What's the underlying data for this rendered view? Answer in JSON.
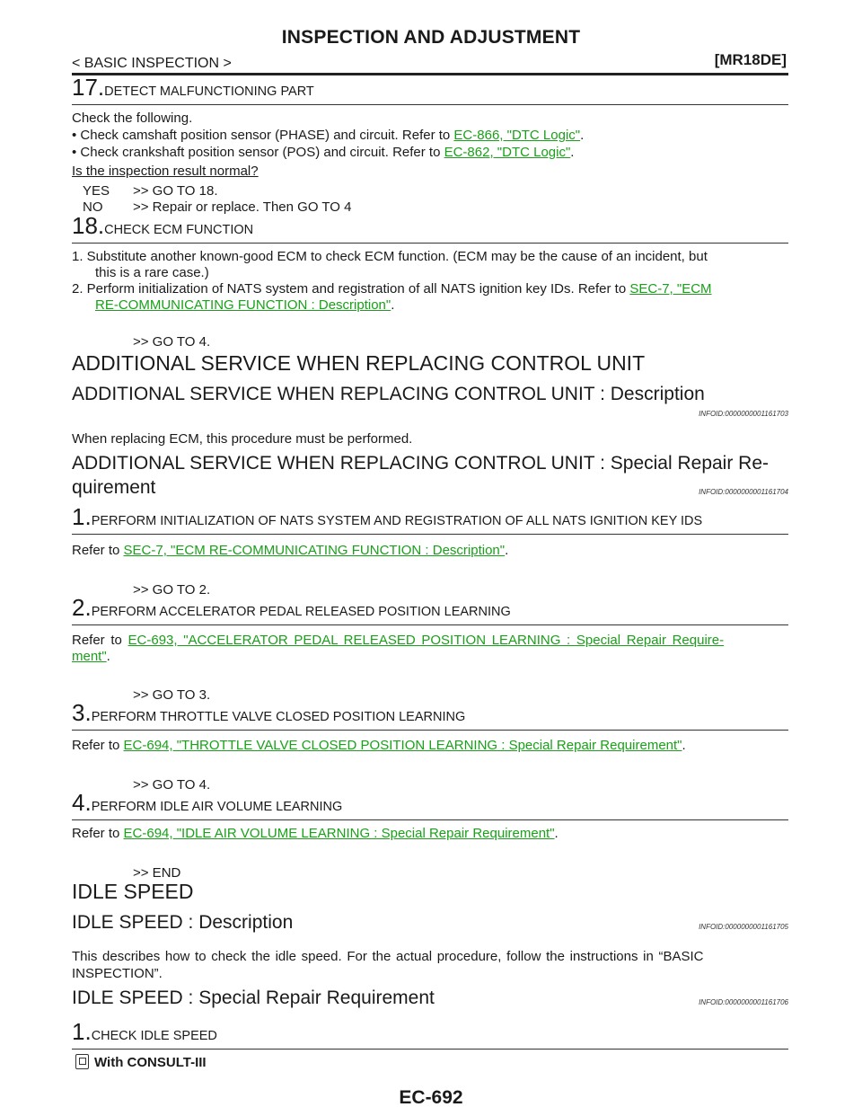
{
  "header": {
    "title": "INSPECTION AND ADJUSTMENT",
    "section": "< BASIC INSPECTION >",
    "engine": "[MR18DE]"
  },
  "step17": {
    "num": "17.",
    "title": "DETECT MALFUNCTIONING PART",
    "intro": "Check the following.",
    "b1_text": "• Check camshaft position sensor (PHASE) and circuit. Refer to ",
    "b1_link": "EC-866, \"DTC Logic\"",
    "b2_text": "• Check crankshaft position sensor (POS) and circuit. Refer to ",
    "b2_link": "EC-862, \"DTC Logic\"",
    "question": "Is the inspection result normal?",
    "yes_label": "YES",
    "yes_text": ">> GO TO 18.",
    "no_label": "NO",
    "no_text": ">> Repair or replace. Then GO TO 4"
  },
  "step18": {
    "num": "18.",
    "title": "CHECK ECM FUNCTION",
    "i1_line1": "1.  Substitute another known-good ECM to check ECM function. (ECM may be the cause of an incident, but",
    "i1_line2": "this is a rare case.)",
    "i2_text": "2.  Perform initialization of NATS system and registration of all NATS ignition key IDs. Refer to ",
    "i2_link1": "SEC-7, \"ECM",
    "i2_link2": "RE-COMMUNICATING FUNCTION : Description\"",
    "goto": ">> GO TO 4."
  },
  "add_service": {
    "heading": "ADDITIONAL SERVICE WHEN REPLACING CONTROL UNIT",
    "desc_heading": "ADDITIONAL SERVICE WHEN REPLACING CONTROL UNIT : Description",
    "desc_infoid": "INFOID:0000000001161703",
    "desc_text": "When replacing ECM, this procedure must be performed.",
    "req_heading1": "ADDITIONAL SERVICE WHEN REPLACING CONTROL UNIT : Special Repair Re-",
    "req_heading2": "quirement",
    "req_infoid": "INFOID:0000000001161704",
    "s1_num": "1.",
    "s1_title": "PERFORM INITIALIZATION OF NATS SYSTEM AND REGISTRATION OF ALL NATS IGNITION KEY IDS",
    "s1_refer": "Refer to ",
    "s1_link": "SEC-7, \"ECM RE-COMMUNICATING FUNCTION : Description\"",
    "s1_goto": ">> GO TO 2.",
    "s2_num": "2.",
    "s2_title": "PERFORM ACCELERATOR PEDAL RELEASED POSITION LEARNING",
    "s2_refer": "Refer to ",
    "s2_link1": "EC-693, \"ACCELERATOR PEDAL RELEASED POSITION LEARNING : Special Repair Require-",
    "s2_link2": "ment\"",
    "s2_goto": ">> GO TO 3.",
    "s3_num": "3.",
    "s3_title": "PERFORM THROTTLE VALVE CLOSED POSITION LEARNING",
    "s3_refer": "Refer to ",
    "s3_link": "EC-694, \"THROTTLE VALVE CLOSED POSITION LEARNING : Special Repair Requirement\"",
    "s3_goto": ">> GO TO 4.",
    "s4_num": "4.",
    "s4_title": "PERFORM IDLE AIR VOLUME LEARNING",
    "s4_refer": "Refer to ",
    "s4_link": "EC-694, \"IDLE AIR VOLUME LEARNING : Special Repair Requirement\"",
    "s4_goto": ">> END"
  },
  "idle": {
    "heading": "IDLE SPEED",
    "desc_heading": "IDLE SPEED : Description",
    "desc_infoid": "INFOID:0000000001161705",
    "desc_line1": "This describes how to check the idle speed. For the actual procedure, follow the instructions in “BASIC",
    "desc_line2": "INSPECTION”.",
    "req_heading": "IDLE SPEED : Special Repair Requirement",
    "req_infoid": "INFOID:0000000001161706",
    "s1_num": "1.",
    "s1_title": "CHECK IDLE SPEED",
    "consult": "With CONSULT-III"
  },
  "footer": {
    "page": "EC-692"
  },
  "colors": {
    "link": "#1aa01a"
  },
  "icons": {
    "consult": "consult-tool-icon"
  }
}
